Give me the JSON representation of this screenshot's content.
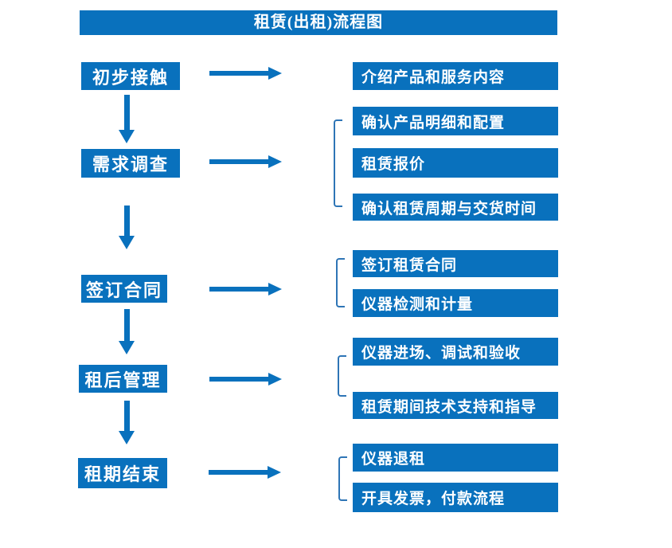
{
  "title": "租赁(出租)流程图",
  "colors": {
    "primary": "#0971BD",
    "bracket": "#2E75B6",
    "box_text": "#FFFFFF",
    "background": "#FFFFFF"
  },
  "flow": [
    {
      "step": "初步接触",
      "details": [
        "介绍产品和服务内容"
      ]
    },
    {
      "step": "需求调查",
      "details": [
        "确认产品明细和配置",
        "租赁报价",
        "确认租赁周期与交货时间"
      ]
    },
    {
      "step": "签订合同",
      "details": [
        "签订租赁合同",
        "仪器检测和计量"
      ]
    },
    {
      "step": "租后管理",
      "details": [
        "仪器进场、调试和验收",
        "租赁期间技术支持和指导"
      ]
    },
    {
      "step": "租期结束",
      "details": [
        "仪器退租",
        "开具发票，付款流程"
      ]
    }
  ]
}
